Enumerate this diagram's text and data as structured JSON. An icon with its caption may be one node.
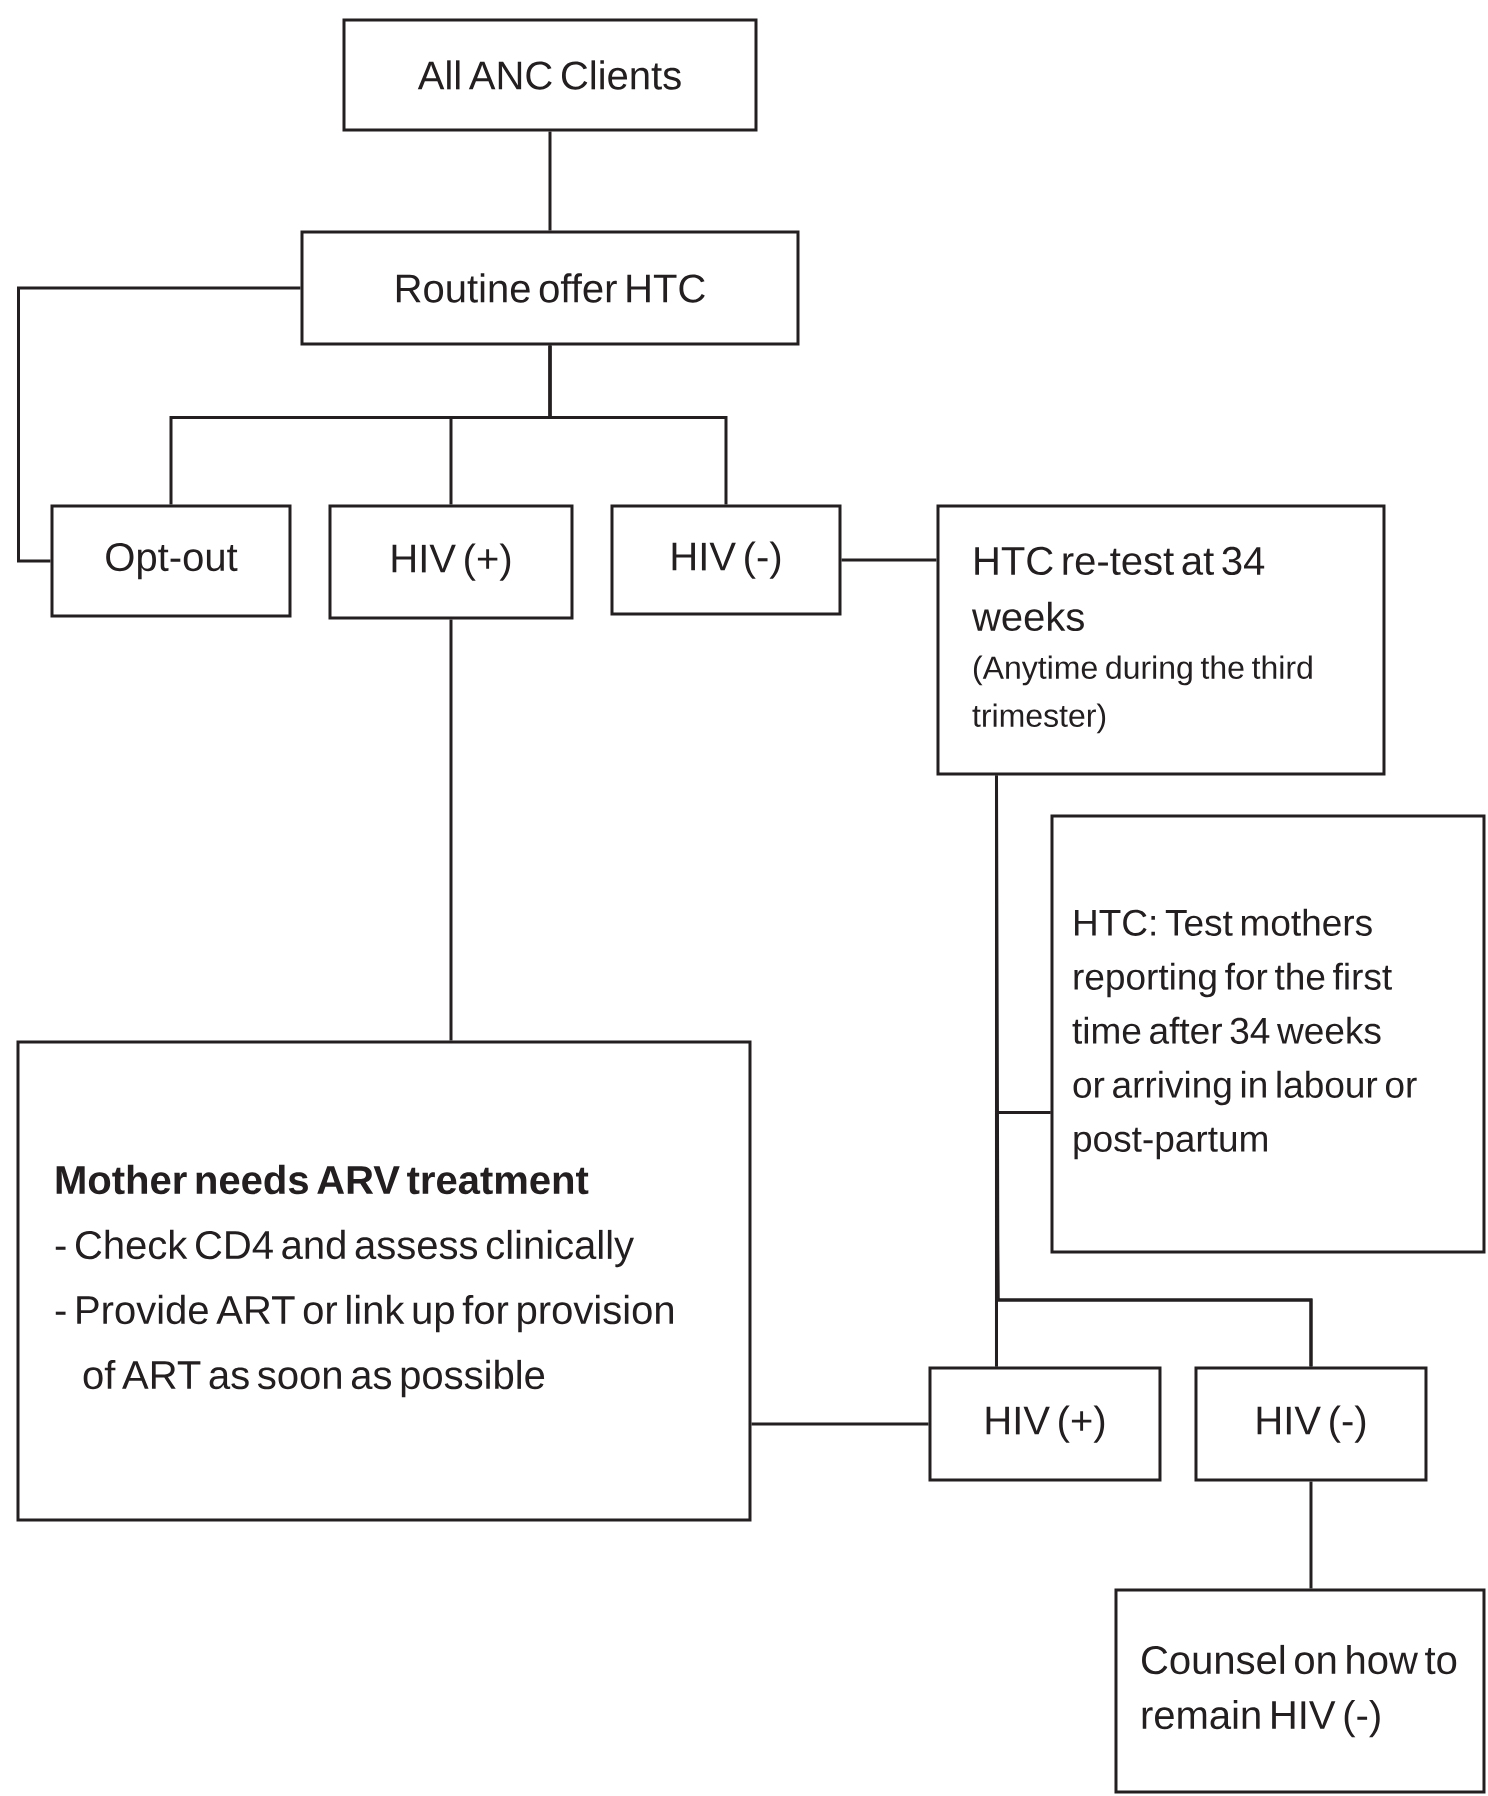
{
  "diagram": {
    "nodes": [
      {
        "text": [
          "All ANC Clients"
        ]
      },
      {
        "text": [
          "Routine offer HTC"
        ]
      },
      {
        "text": [
          "Opt-out"
        ]
      },
      {
        "text": [
          "HIV (+)"
        ]
      },
      {
        "text": [
          "HIV (-)"
        ]
      },
      {
        "text": [
          "HTC re-test at 34 weeks",
          "(Anytime during the third trimester)"
        ]
      },
      {
        "text": [
          "HTC: Test mothers reporting for the first time after 34 weeks or arriving in labour or post-partum"
        ]
      },
      {
        "text": [
          "Mother needs ARV treatment",
          "- Check CD4 and assess clinically",
          "- Provide ART or link up for provision of ART as soon as possible"
        ]
      },
      {
        "text": [
          "HIV (+)"
        ]
      },
      {
        "text": [
          "HIV (-)"
        ]
      },
      {
        "text": [
          "Counsel on how to remain HIV (-)"
        ]
      }
    ],
    "edges": [
      {
        "from": 0,
        "to": 1,
        "arrow": "none"
      },
      {
        "from": 1,
        "to": 2,
        "arrow": "none"
      },
      {
        "from": 1,
        "to": 2,
        "arrow": "none"
      },
      {
        "from": 1,
        "to": 3,
        "arrow": "none"
      },
      {
        "from": 1,
        "to": 4,
        "arrow": "none"
      },
      {
        "from": 4,
        "to": 5,
        "arrow": "none"
      },
      {
        "from": 3,
        "to": 7,
        "arrow": "none"
      },
      {
        "from": 5,
        "to": 8,
        "arrow": "none"
      },
      {
        "from": 5,
        "to": 9,
        "arrow": "none"
      },
      {
        "from": 6,
        "to": 8,
        "arrow": "none"
      },
      {
        "from": 6,
        "to": 9,
        "arrow": "none"
      },
      {
        "from": 8,
        "to": 7,
        "arrow": "none"
      },
      {
        "from": 9,
        "to": 10,
        "arrow": "none"
      }
    ]
  }
}
